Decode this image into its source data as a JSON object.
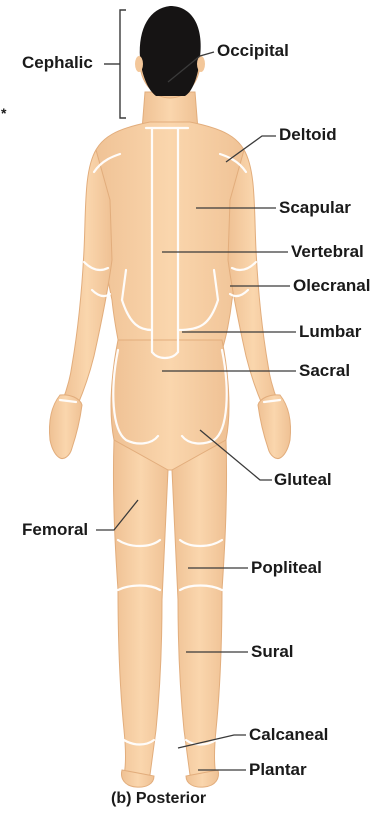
{
  "labels": {
    "cephalic": "Cephalic",
    "occipital": "Occipital",
    "deltoid": "Deltoid",
    "scapular": "Scapular",
    "vertebral": "Vertebral",
    "olecranal": "Olecranal",
    "lumbar": "Lumbar",
    "sacral": "Sacral",
    "gluteal": "Gluteal",
    "femoral": "Femoral",
    "popliteal": "Popliteal",
    "sural": "Sural",
    "calcaneal": "Calcaneal",
    "plantar": "Plantar"
  },
  "caption": "(b) Posterior",
  "stray_mark": "*",
  "colors": {
    "skin": "#f7cfa3",
    "skin_shadow": "#e9b98a",
    "hair": "#161414",
    "region_line": "#ffffff",
    "leader_line": "#3a3a3a",
    "text": "#1a1a1a"
  }
}
